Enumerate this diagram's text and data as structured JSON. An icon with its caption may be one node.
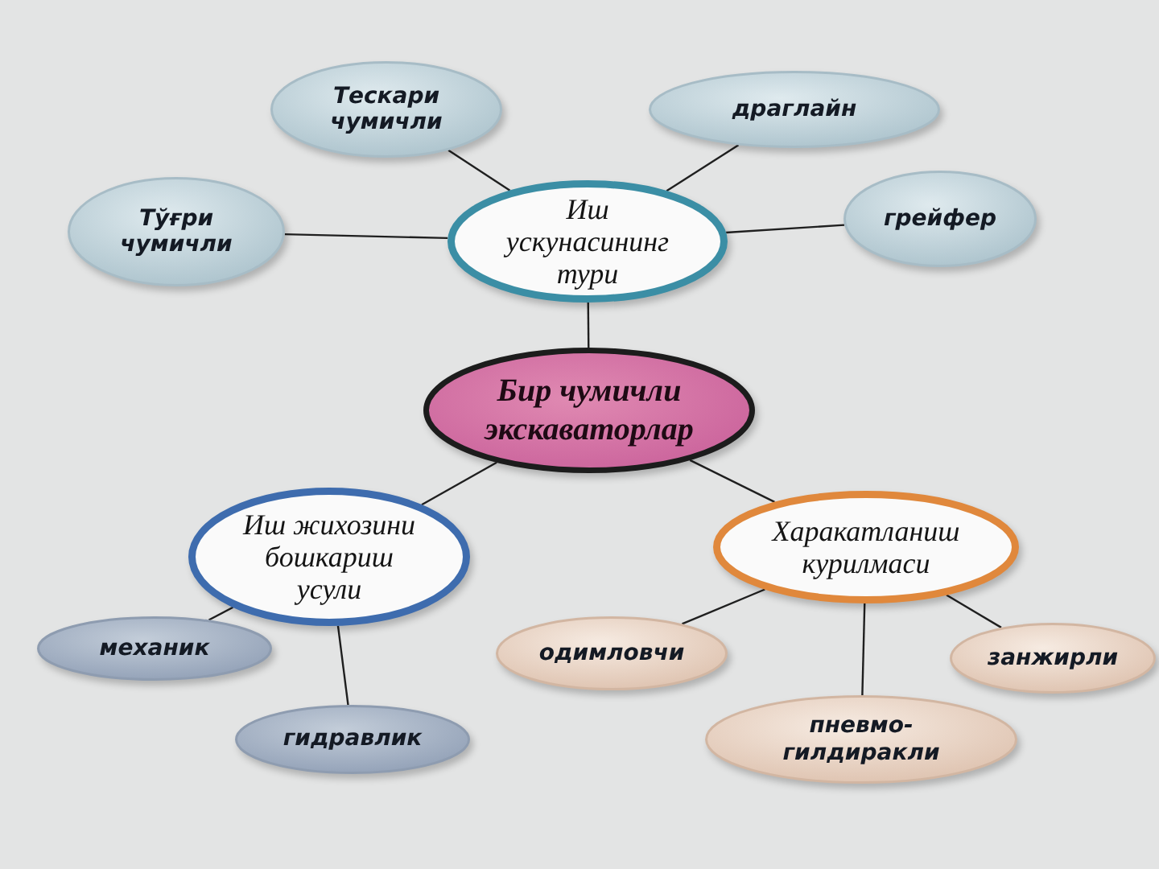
{
  "diagram": {
    "nodes": [
      {
        "text": [
          "Тескари чумичли"
        ]
      },
      {
        "text": [
          "драглайн"
        ]
      },
      {
        "text": [
          "Тўғри чумичли"
        ]
      },
      {
        "text": [
          "Иш ускунасининг тури"
        ]
      },
      {
        "text": [
          "грейфер"
        ]
      },
      {
        "text": [
          "Бир чумичли экскаваторлар"
        ]
      },
      {
        "text": [
          "Иш жихозини бошкариш усули"
        ]
      },
      {
        "text": [
          "Харакатланиш курилмаси"
        ]
      },
      {
        "text": [
          "механик"
        ]
      },
      {
        "text": [
          "одимловчи"
        ]
      },
      {
        "text": [
          "занжирли"
        ]
      },
      {
        "text": [
          "гидравлик"
        ]
      },
      {
        "text": [
          "пневмо-гилдиракли"
        ]
      }
    ],
    "edges": [
      {
        "from": 5,
        "to": 3,
        "arrow": "none"
      },
      {
        "from": 3,
        "to": 0,
        "arrow": "none"
      },
      {
        "from": 3,
        "to": 1,
        "arrow": "none"
      },
      {
        "from": 3,
        "to": 2,
        "arrow": "none"
      },
      {
        "from": 3,
        "to": 4,
        "arrow": "none"
      },
      {
        "from": 5,
        "to": 6,
        "arrow": "none"
      },
      {
        "from": 5,
        "to": 7,
        "arrow": "none"
      },
      {
        "from": 6,
        "to": 8,
        "arrow": "none"
      },
      {
        "from": 6,
        "to": 11,
        "arrow": "none"
      },
      {
        "from": 7,
        "to": 9,
        "arrow": "none"
      },
      {
        "from": 7,
        "to": 12,
        "arrow": "none"
      },
      {
        "from": 7,
        "to": 10,
        "arrow": "none"
      }
    ]
  }
}
